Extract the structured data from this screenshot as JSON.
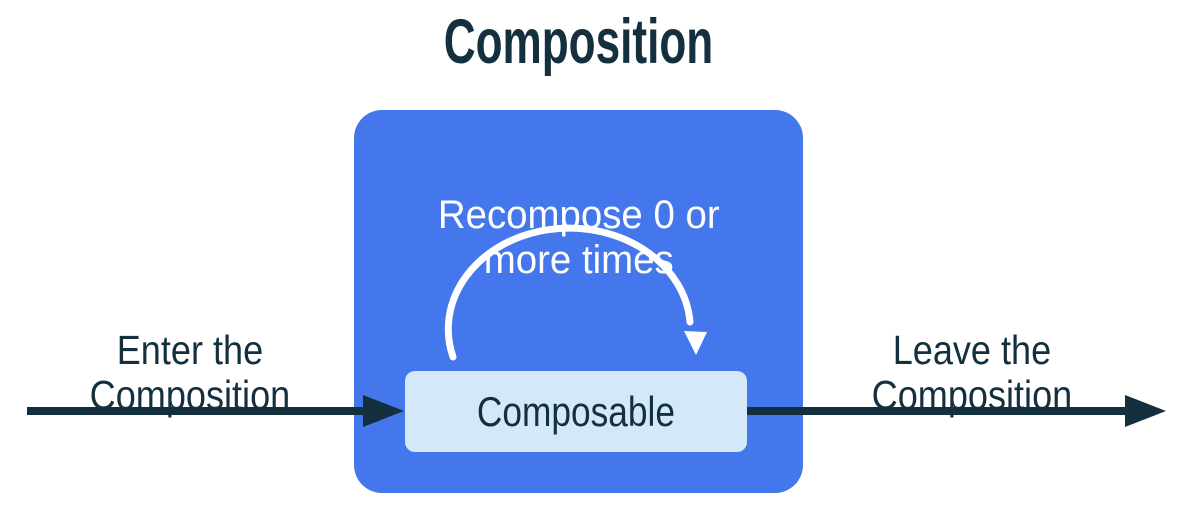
{
  "diagram": {
    "title": "Composition",
    "composition_box": {
      "recompose_label": "Recompose 0 or\nmore times",
      "composable_label": "Composable"
    },
    "flow": {
      "enter_label": "Enter the\nComposition",
      "leave_label": "Leave the\nComposition"
    },
    "icons": {
      "enter_arrow": "right-arrow",
      "leave_arrow": "right-arrow",
      "recompose_arc": "clockwise-arc-arrow"
    },
    "colors": {
      "navy": "#14303F",
      "blue": "#4377EB",
      "light_blue": "#D3E8F9",
      "white": "#FFFFFF",
      "background": "#FFFFFF"
    }
  }
}
